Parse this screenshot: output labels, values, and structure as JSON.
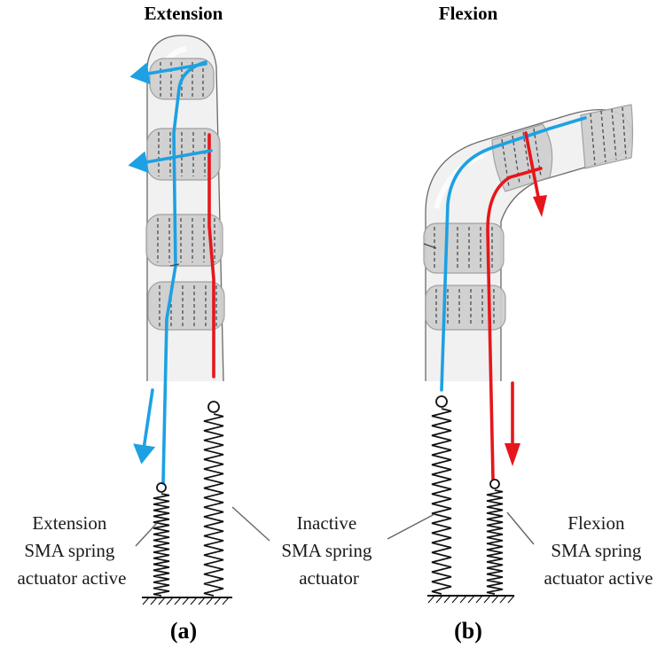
{
  "panel_a": {
    "title": "Extension",
    "caption": "(a)",
    "label_left": [
      "Extension",
      "SMA spring",
      "actuator active"
    ],
    "label_right": [
      "Inactive",
      "SMA spring",
      "actuator"
    ]
  },
  "panel_b": {
    "title": "Flexion",
    "caption": "(b)",
    "label_right": [
      "Flexion",
      "SMA spring",
      "actuator active"
    ]
  },
  "colors": {
    "extension_tendon": "#1da1e2",
    "flexion_tendon": "#e6161b"
  }
}
